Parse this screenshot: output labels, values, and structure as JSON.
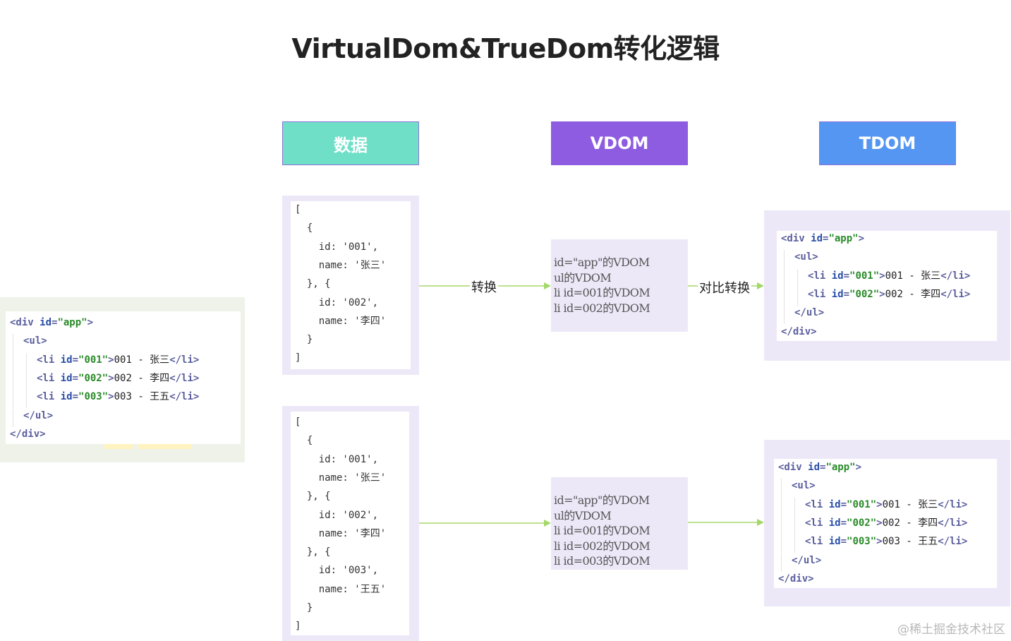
{
  "title": "VirtualDom&TrueDom转化逻辑",
  "headers": {
    "data": "数据",
    "vdom": "VDOM",
    "tdom": "TDOM"
  },
  "colors": {
    "data_header": "#6fdfc7",
    "vdom_header": "#8d5ce0",
    "tdom_header": "#5596f2",
    "panel_bg": "#ede8f8",
    "arrow": "#a5d86a"
  },
  "left_html": {
    "lines": [
      [
        [
          "tag",
          "<div "
        ],
        [
          "attr",
          "id"
        ],
        [
          "tag",
          "="
        ],
        [
          "val",
          "\"app\""
        ],
        [
          "tag",
          ">"
        ]
      ],
      [
        [
          "tag",
          "<ul>"
        ]
      ],
      [
        [
          "tag",
          "<li "
        ],
        [
          "attr",
          "id"
        ],
        [
          "tag",
          "="
        ],
        [
          "val",
          "\"001\""
        ],
        [
          "tag",
          ">"
        ],
        [
          "text",
          "001 - 张三"
        ],
        [
          "tag",
          "</li>"
        ]
      ],
      [
        [
          "tag",
          "<li "
        ],
        [
          "attr",
          "id"
        ],
        [
          "tag",
          "="
        ],
        [
          "val",
          "\"002\""
        ],
        [
          "tag",
          ">"
        ],
        [
          "text",
          "002 - 李四"
        ],
        [
          "tag",
          "</li>"
        ]
      ],
      [
        [
          "tag",
          "<li "
        ],
        [
          "attr",
          "id"
        ],
        [
          "tag",
          "="
        ],
        [
          "val",
          "\"003\""
        ],
        [
          "tag",
          ">"
        ],
        [
          "text",
          "003 - 王五"
        ],
        [
          "tag",
          "</li>"
        ]
      ],
      [
        [
          "tag",
          "</ul>"
        ]
      ],
      [
        [
          "tag",
          "</div>"
        ]
      ]
    ]
  },
  "top_data": [
    "[",
    "  {",
    "    id: '001',",
    "    name: '张三'",
    "  }, {",
    "    id: '002',",
    "    name: '李四'",
    "  }",
    "]"
  ],
  "bottom_data": [
    "[",
    "  {",
    "    id: '001',",
    "    name: '张三'",
    "  }, {",
    "    id: '002',",
    "    name: '李四'",
    "  }, {",
    "    id: '003',",
    "    name: '王五'",
    "  }",
    "]"
  ],
  "top_vdom": [
    "id=\"app\"的VDOM",
    "ul的VDOM",
    "li id=001的VDOM",
    "li id=002的VDOM"
  ],
  "bottom_vdom": [
    "id=\"app\"的VDOM",
    "ul的VDOM",
    "li id=001的VDOM",
    "li id=002的VDOM",
    "li id=003的VDOM"
  ],
  "top_tdom": {
    "lines": [
      [
        [
          "tag",
          "<div "
        ],
        [
          "attr",
          "id"
        ],
        [
          "tag",
          "="
        ],
        [
          "val",
          "\"app\""
        ],
        [
          "tag",
          ">"
        ]
      ],
      [
        [
          "tag",
          "<ul>"
        ]
      ],
      [
        [
          "tag",
          "<li "
        ],
        [
          "attr",
          "id"
        ],
        [
          "tag",
          "="
        ],
        [
          "val",
          "\"001\""
        ],
        [
          "tag",
          ">"
        ],
        [
          "text",
          "001 - 张三"
        ],
        [
          "tag",
          "</li>"
        ]
      ],
      [
        [
          "tag",
          "<li "
        ],
        [
          "attr",
          "id"
        ],
        [
          "tag",
          "="
        ],
        [
          "val",
          "\"002\""
        ],
        [
          "tag",
          ">"
        ],
        [
          "text",
          "002 - 李四"
        ],
        [
          "tag",
          "</li>"
        ]
      ],
      [
        [
          "tag",
          "</ul>"
        ]
      ],
      [
        [
          "tag",
          "</div>"
        ]
      ]
    ]
  },
  "bottom_tdom": {
    "lines": [
      [
        [
          "tag",
          "<div "
        ],
        [
          "attr",
          "id"
        ],
        [
          "tag",
          "="
        ],
        [
          "val",
          "\"app\""
        ],
        [
          "tag",
          ">"
        ]
      ],
      [
        [
          "tag",
          "<ul>"
        ]
      ],
      [
        [
          "tag",
          "<li "
        ],
        [
          "attr",
          "id"
        ],
        [
          "tag",
          "="
        ],
        [
          "val",
          "\"001\""
        ],
        [
          "tag",
          ">"
        ],
        [
          "text",
          "001 - 张三"
        ],
        [
          "tag",
          "</li>"
        ]
      ],
      [
        [
          "tag",
          "<li "
        ],
        [
          "attr",
          "id"
        ],
        [
          "tag",
          "="
        ],
        [
          "val",
          "\"002\""
        ],
        [
          "tag",
          ">"
        ],
        [
          "text",
          "002 - 李四"
        ],
        [
          "tag",
          "</li>"
        ]
      ],
      [
        [
          "tag",
          "<li "
        ],
        [
          "attr",
          "id"
        ],
        [
          "tag",
          "="
        ],
        [
          "val",
          "\"003\""
        ],
        [
          "tag",
          ">"
        ],
        [
          "text",
          "003 - 王五"
        ],
        [
          "tag",
          "</li>"
        ]
      ],
      [
        [
          "tag",
          "</ul>"
        ]
      ],
      [
        [
          "tag",
          "</div>"
        ]
      ]
    ]
  },
  "arrows": {
    "convert": "转换",
    "compare_convert": "对比转换"
  },
  "watermark": "@稀土掘金技术社区"
}
